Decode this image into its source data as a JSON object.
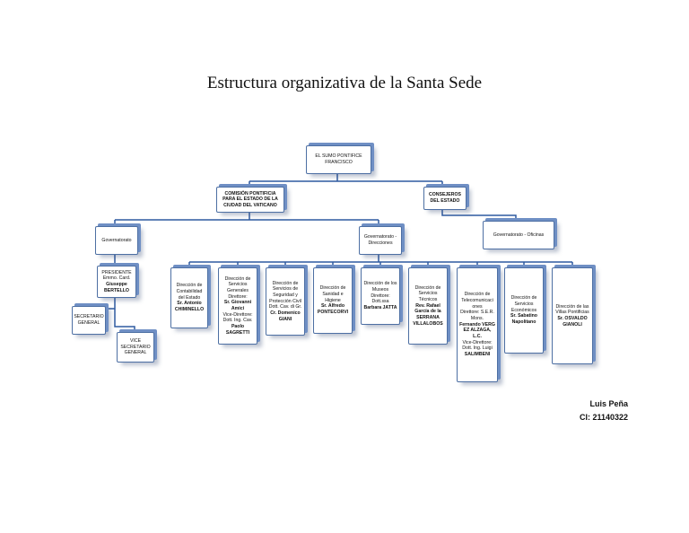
{
  "title": "Estructura organizativa de la Santa Sede",
  "org": {
    "pontifice": {
      "l1": "EL SUMO PONTIFICE",
      "l2": "FRANCISCO"
    },
    "comision": {
      "l1": "COMISIÓN PONTIFICIA",
      "l2": "PARA EL ESTADO DE LA",
      "l3": "CIUDAD DEL VATICANO"
    },
    "consejeros": {
      "l1": "CONSEJEROS",
      "l2": "DEL ESTADO"
    },
    "gobernatorato": {
      "l1": "Governatorato"
    },
    "gob_direcciones": {
      "l1": "Governatorato -",
      "l2": "Direcciones"
    },
    "gob_oficinas": {
      "l1": "Governatorato - Oficinas"
    },
    "presidente": {
      "l1": "PRESIDENTE",
      "l2": "Emmo. Card.",
      "l3": "Giuseppe",
      "l4": "BERTELLO"
    },
    "secretario": {
      "l1": "SECRETARIO",
      "l2": "GENERAL"
    },
    "vice_secretario": {
      "l1": "VICE",
      "l2": "SECRETARIO",
      "l3": "GENERAL"
    },
    "dir_contabilidad": {
      "l1": "Dirección de",
      "l2": "Contabilidad",
      "l3": "del Estado",
      "l4": "Sr. Antonio",
      "l5": "CHIMINELLO"
    },
    "dir_servicios_generales": {
      "l1": "Dirección de",
      "l2": "Servicios",
      "l3": "Generales",
      "l4": "Direttore:",
      "l5": "Sr. Giovanni",
      "l6": "Amici",
      "l7": "Vice-Direttore:",
      "l8": "Dott. Ing. Cav.",
      "l9": "Paolo",
      "l10": "SAGRETTI"
    },
    "dir_seguridad": {
      "l1": "Dirección de",
      "l2": "Servicios de",
      "l3": "Seguridad y",
      "l4": "Protección Civil",
      "l5": "Dott. Cav. di Gr.",
      "l6": "Cr. Domenico",
      "l7": "GIANI"
    },
    "dir_sanidad": {
      "l1": "Dirección de",
      "l2": "Sanidad e",
      "l3": "Higiene",
      "l4": "Sr. Alfredo",
      "l5": "PONTECORVI"
    },
    "dir_museos": {
      "l1": "Dirección de los",
      "l2": "Museos",
      "l3": "Direttore:",
      "l4": "Dott.ssa",
      "l5": "Barbara JATTA"
    },
    "dir_tecnicos": {
      "l1": "Dirección de",
      "l2": "Servicios",
      "l3": "Técnicos",
      "l4": "Rev. Rafael",
      "l5": "García de la",
      "l6": "SERRANA",
      "l7": "VILLALOBOS"
    },
    "dir_telecom": {
      "l1": "Dirección de",
      "l2": "Telecomunicaci",
      "l3": "ones",
      "l4": "Direttore: S.E.R.",
      "l5": "Mons.",
      "l6": "Fernando VERG",
      "l7": "EZ ALZAGA, L.C.",
      "l8": "Vice-Direttore:",
      "l9": "Dott. Ing. Luigi",
      "l10": "SALIMBENI"
    },
    "dir_economicos": {
      "l1": "Dirección de",
      "l2": "Servicios",
      "l3": "Económicos",
      "l4": "Sr. Sabatino",
      "l5": "Napolitano"
    },
    "dir_villas": {
      "l1": "Dirección de las",
      "l2": "Villas Pontificias",
      "l3": "Sr. OSVALDO",
      "l4": "GIANOLI"
    }
  },
  "author": {
    "name": "Luis Peña",
    "ci": "CI: 21140322"
  },
  "colors": {
    "box_border": "#4d6fa3",
    "box_shadow": "#6f8fc4",
    "connector": "#2f5aa0"
  }
}
